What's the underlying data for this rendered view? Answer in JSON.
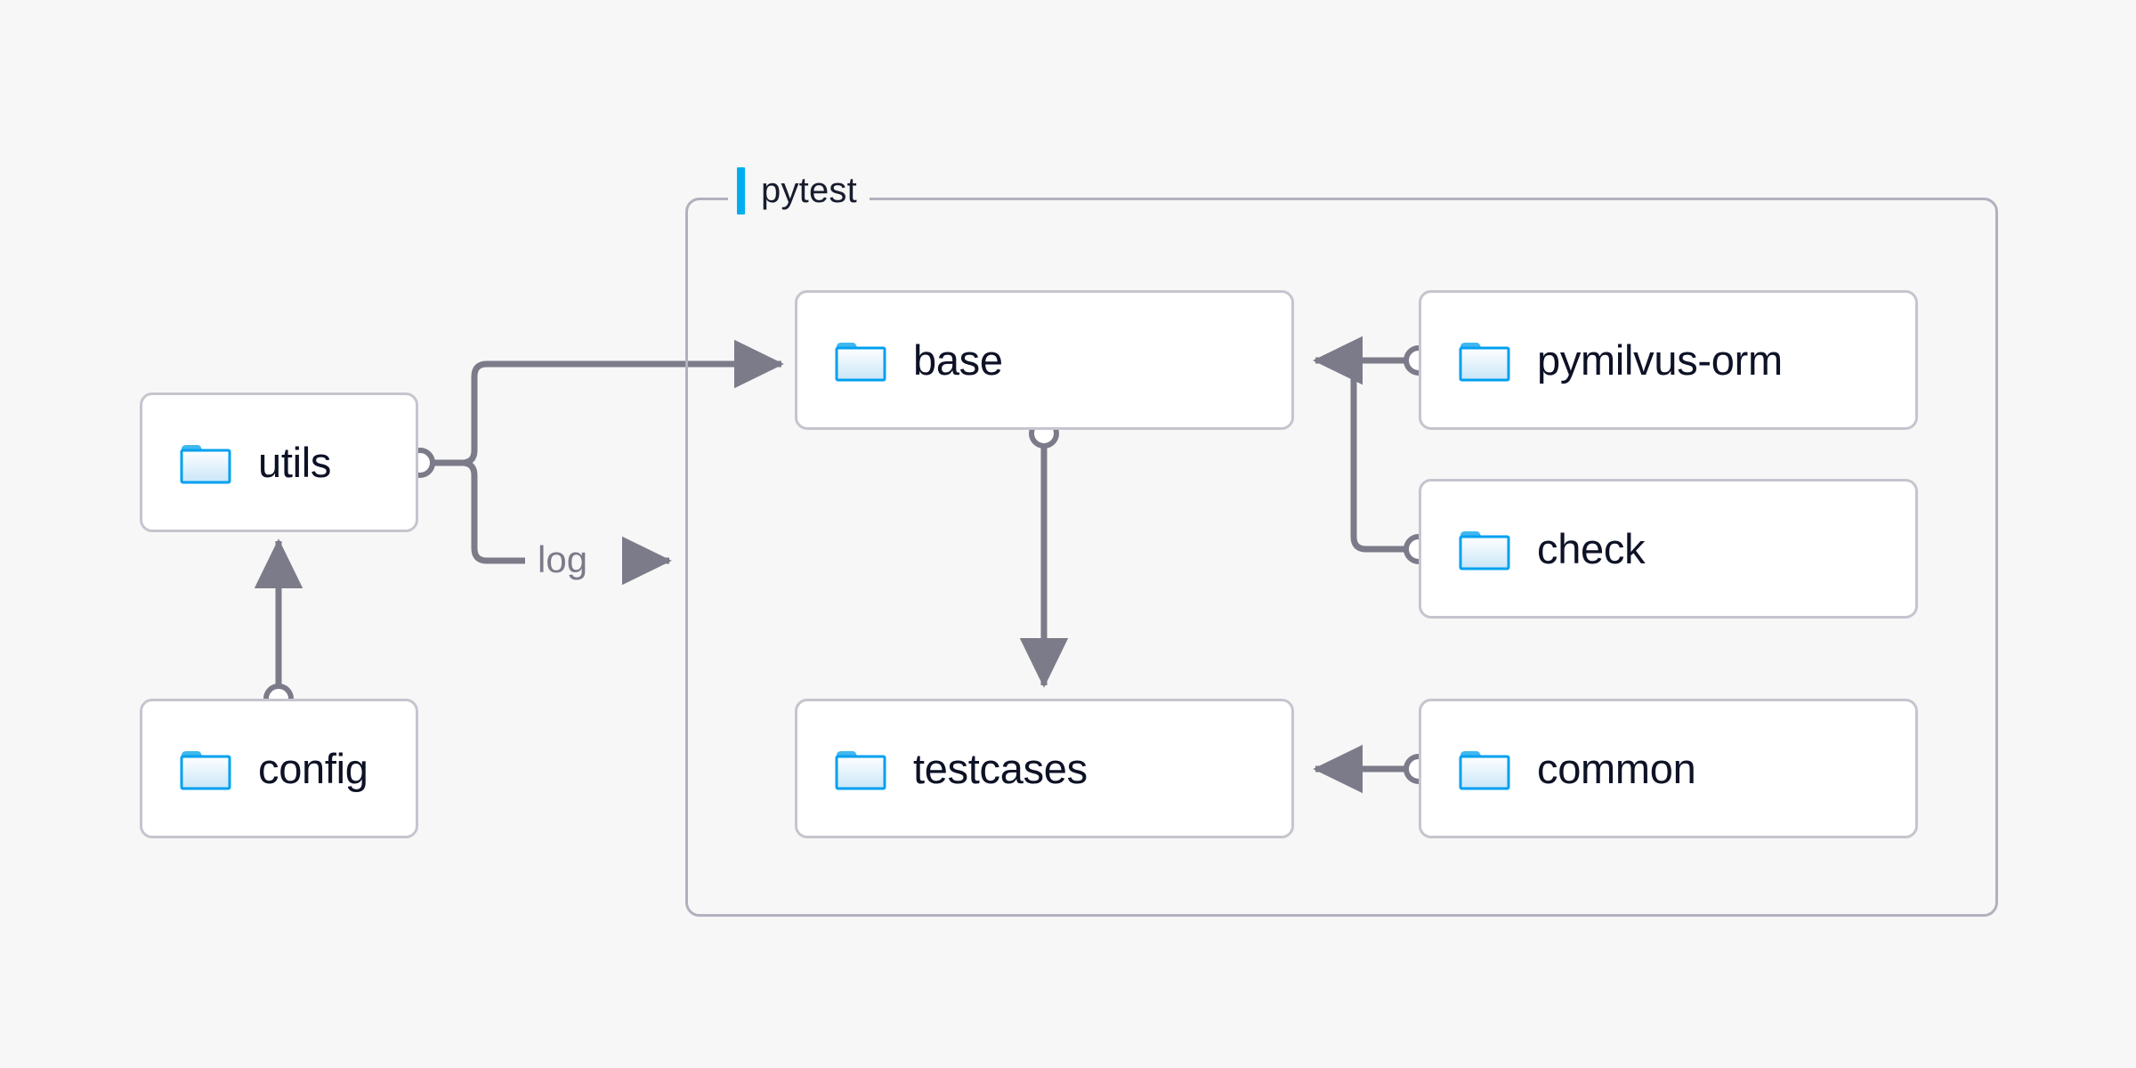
{
  "diagram": {
    "type": "architecture-flow",
    "background_color": "#f7f7f7",
    "group": {
      "name": "pytest",
      "label": "pytest",
      "accent_color": "#00aeef",
      "border_color": "#b3b0be"
    },
    "node_style": {
      "fill": "#ffffff",
      "border": "#c6c4ce",
      "text_color": "#0d1226",
      "icon": "folder-icon",
      "icon_outline": "#00a0f0",
      "icon_fill": "#dff0fb"
    },
    "edge_style": {
      "line_color": "#7b7b89",
      "port_fill": "#ffffff",
      "port_stroke": "#7b7b89"
    },
    "nodes": [
      {
        "id": "utils",
        "label": "utils",
        "icon": "folder-icon",
        "group": "root"
      },
      {
        "id": "config",
        "label": "config",
        "icon": "folder-icon",
        "group": "root"
      },
      {
        "id": "base",
        "label": "base",
        "icon": "folder-icon",
        "group": "pytest"
      },
      {
        "id": "testcases",
        "label": "testcases",
        "icon": "folder-icon",
        "group": "pytest"
      },
      {
        "id": "pymilvus-orm",
        "label": "pymilvus-orm",
        "icon": "folder-icon",
        "group": "pytest"
      },
      {
        "id": "check",
        "label": "check",
        "icon": "folder-icon",
        "group": "pytest"
      },
      {
        "id": "common",
        "label": "common",
        "icon": "folder-icon",
        "group": "pytest"
      }
    ],
    "edges": [
      {
        "from": "config",
        "to": "utils",
        "label": "",
        "arrow": "to"
      },
      {
        "from": "utils",
        "to": "base",
        "label": "",
        "arrow": "to"
      },
      {
        "from": "utils",
        "to": "pytest",
        "label": "log",
        "arrow": "to"
      },
      {
        "from": "base",
        "to": "testcases",
        "label": "",
        "arrow": "to"
      },
      {
        "from": "pymilvus-orm",
        "to": "base",
        "label": "",
        "arrow": "to"
      },
      {
        "from": "check",
        "to": "base",
        "label": "",
        "arrow": "to"
      },
      {
        "from": "common",
        "to": "testcases",
        "label": "",
        "arrow": "to"
      }
    ],
    "edge_labels": {
      "log": "log"
    }
  }
}
